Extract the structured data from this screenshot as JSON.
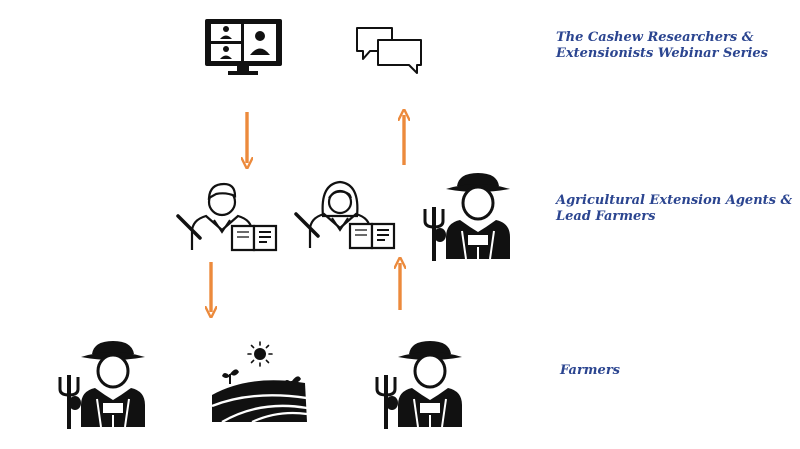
{
  "colors": {
    "label": "#2b4590",
    "arrow": "#ec8a3c",
    "icon": "#111111"
  },
  "tiers": [
    {
      "id": "top",
      "label": "The Cashew Researchers & Extensionists Webinar Series",
      "icons": [
        "video-conference-icon",
        "chat-bubbles-icon"
      ]
    },
    {
      "id": "middle",
      "label": "Agricultural Extension Agents & Lead Farmers",
      "icons": [
        "male-teacher-icon",
        "female-teacher-icon",
        "farmer-icon"
      ]
    },
    {
      "id": "bottom",
      "label": "Farmers",
      "icons": [
        "farmer-icon",
        "farm-field-icon",
        "farmer-icon"
      ]
    }
  ],
  "flows": [
    {
      "direction": "down",
      "between": "top-middle"
    },
    {
      "direction": "up",
      "between": "middle-top"
    },
    {
      "direction": "down",
      "between": "middle-bottom"
    },
    {
      "direction": "up",
      "between": "bottom-middle"
    }
  ]
}
